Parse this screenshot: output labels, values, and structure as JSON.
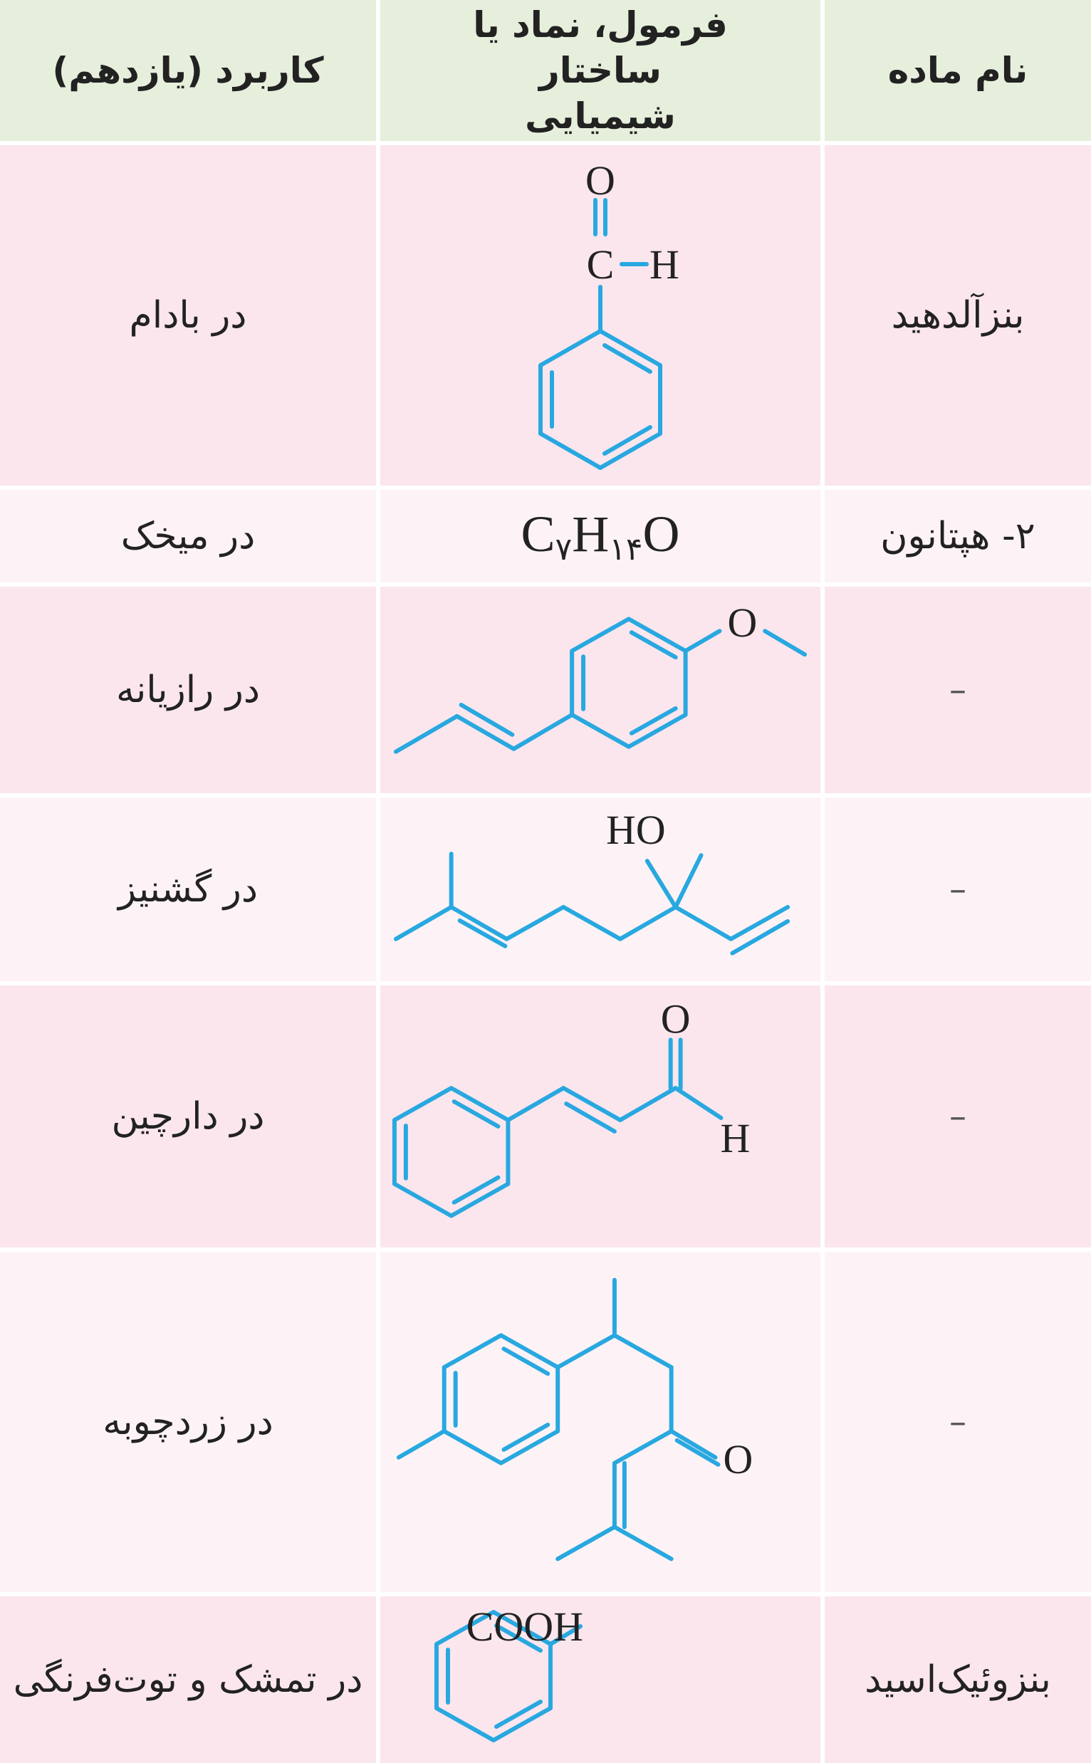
{
  "header": {
    "name": "نام ماده",
    "structure": "فرمول، نماد یا ساختار شیمیایی",
    "use": "کاربرد (یازدهم)"
  },
  "rows": [
    {
      "name": "بنزآلدهید",
      "use": "در بادام",
      "atoms": {
        "o": "O",
        "c": "C",
        "h": "H"
      }
    },
    {
      "name": "۲- هپتانون",
      "use": "در میخک",
      "formula": {
        "c": "C",
        "c_sub": "۷",
        "h": "H",
        "h_sub": "۱۴",
        "o": "O"
      }
    },
    {
      "name": "–",
      "use": "در رازیانه",
      "atoms": {
        "o": "O"
      }
    },
    {
      "name": "–",
      "use": "در گشنیز",
      "atoms": {
        "ho": "HO"
      }
    },
    {
      "name": "–",
      "use": "در دارچین",
      "atoms": {
        "o": "O",
        "h": "H"
      }
    },
    {
      "name": "–",
      "use": "در زردچوبه",
      "atoms": {
        "o": "O"
      }
    },
    {
      "name": "بنزوئیک‌اسید",
      "use": "در تمشک و توت‌فرنگی",
      "atoms": {
        "cooh": "COOH"
      }
    }
  ],
  "colors": {
    "header_bg": "#e6efdc",
    "row_pink": "#fbe6ee",
    "row_light": "#fdf3f6",
    "bond": "#29a8e0"
  }
}
